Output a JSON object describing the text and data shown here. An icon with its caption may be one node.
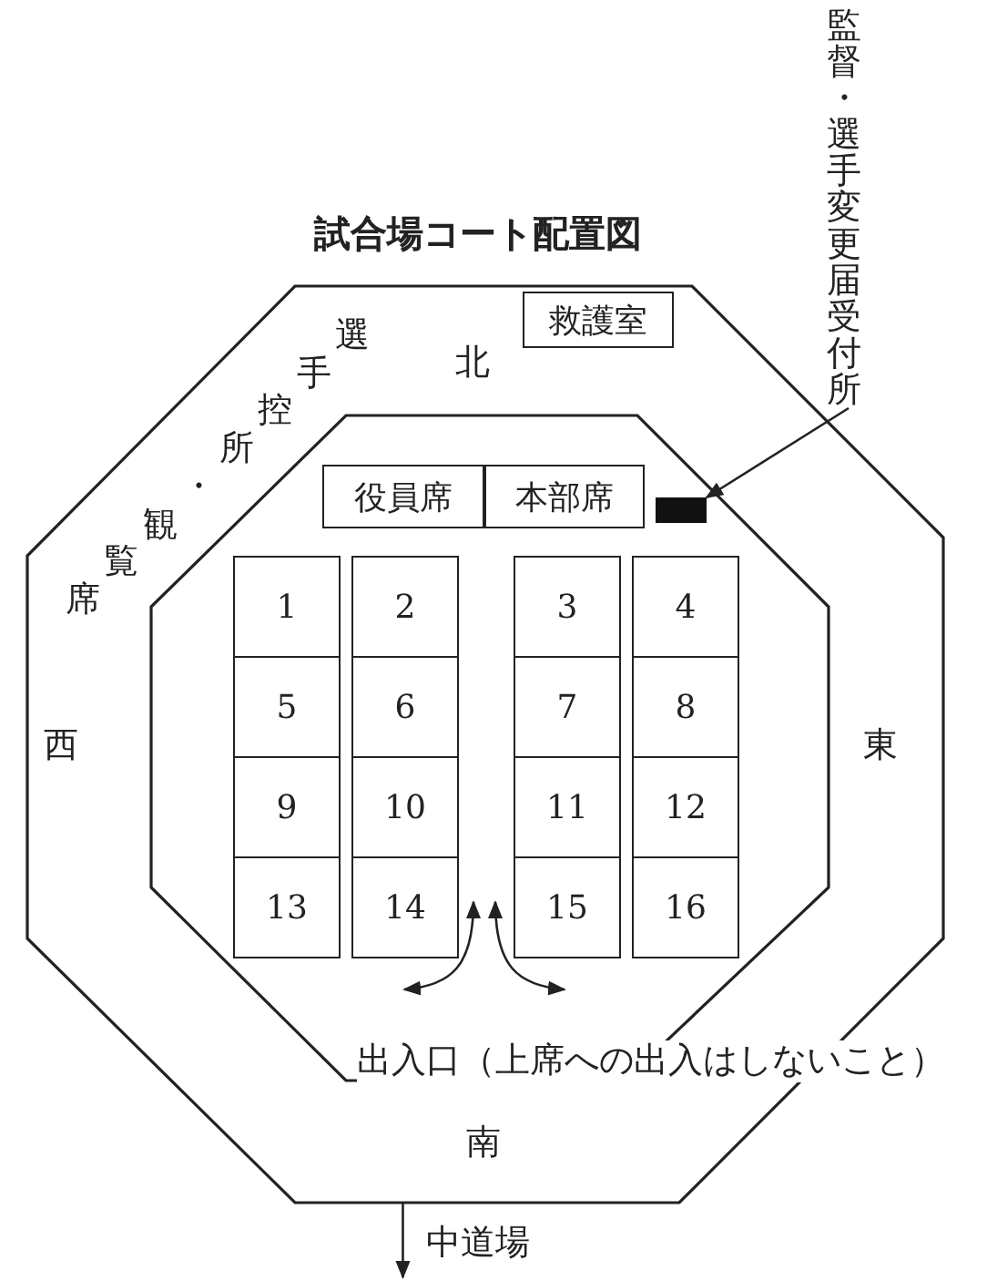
{
  "diagram": {
    "title": "試合場コート配置図",
    "nodes": [
      {
        "text": [],
        "shape": "octagon"
      },
      {
        "text": [],
        "shape": "octagon",
        "in": 0
      },
      {
        "text": [
          "救護室"
        ],
        "in": 0
      },
      {
        "text": [
          "役員席"
        ],
        "in": 1
      },
      {
        "text": [
          "本部席"
        ],
        "in": 1
      },
      {
        "text": [],
        "shape": "box",
        "in": 1
      },
      {
        "text": [
          "1"
        ],
        "in": 1
      },
      {
        "text": [
          "2"
        ],
        "in": 1
      },
      {
        "text": [
          "3"
        ],
        "in": 1
      },
      {
        "text": [
          "4"
        ],
        "in": 1
      },
      {
        "text": [
          "5"
        ],
        "in": 1
      },
      {
        "text": [
          "6"
        ],
        "in": 1
      },
      {
        "text": [
          "7"
        ],
        "in": 1
      },
      {
        "text": [
          "8"
        ],
        "in": 1
      },
      {
        "text": [
          "9"
        ],
        "in": 1
      },
      {
        "text": [
          "10"
        ],
        "in": 1
      },
      {
        "text": [
          "11"
        ],
        "in": 1
      },
      {
        "text": [
          "12"
        ],
        "in": 1
      },
      {
        "text": [
          "13"
        ],
        "in": 1
      },
      {
        "text": [
          "14"
        ],
        "in": 1
      },
      {
        "text": [
          "15"
        ],
        "in": 1
      },
      {
        "text": [
          "16"
        ],
        "in": 1
      },
      {
        "text": [
          "監督・選手変更届受付所"
        ]
      }
    ],
    "edges": [
      {
        "from": 22,
        "to": 5,
        "arrow": "to"
      },
      {
        "from": 0,
        "to": null,
        "arrow": "to",
        "label": "中道場"
      }
    ],
    "labels": [
      "選手控所・観覧席",
      "北",
      "西",
      "東",
      "出入口（上席への出入はしないこと）",
      "南"
    ]
  }
}
